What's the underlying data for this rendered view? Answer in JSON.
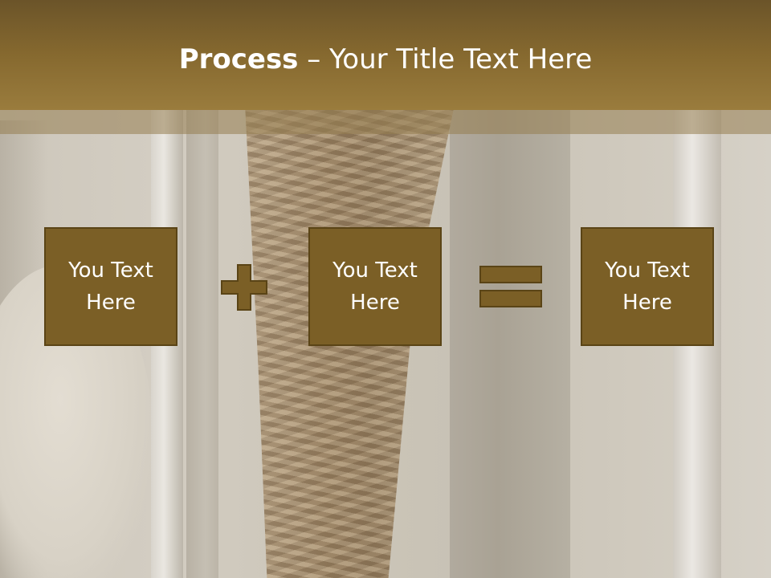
{
  "title": {
    "bold": "Process",
    "rest": " – Your Title Text Here"
  },
  "steps": [
    {
      "text": "You Text Here"
    },
    {
      "text": "You Text Here"
    },
    {
      "text": "You Text Here"
    }
  ],
  "operators": [
    "plus-icon",
    "equals-icon"
  ],
  "colors": {
    "header": "#86692f",
    "box_fill": "#7b5f26",
    "box_border": "#5a4416",
    "text": "#ffffff"
  }
}
